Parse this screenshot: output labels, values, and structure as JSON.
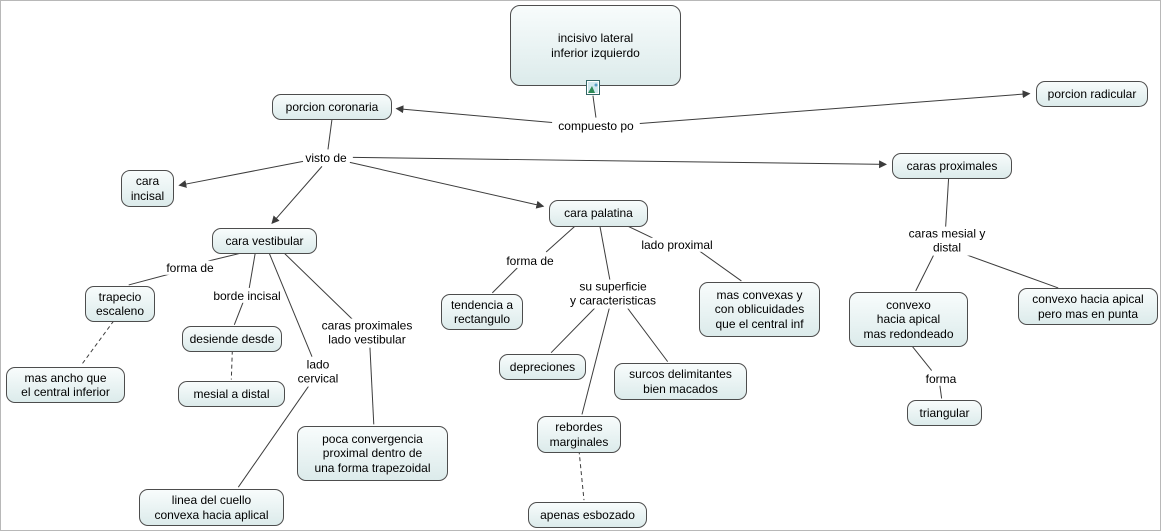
{
  "nodes": {
    "root": "incisivo lateral\ninferior izquierdo",
    "porcion_coronaria": "porcion coronaria",
    "porcion_radicular": "porcion radicular",
    "cara_incisal": "cara\nincisal",
    "cara_vestibular": "cara vestibular",
    "cara_palatina": "cara palatina",
    "caras_proximales": "caras proximales",
    "trapecio_escaleno": "trapecio\nescaleno",
    "mas_ancho": "mas ancho que\nel central inferior",
    "desiende_desde": "desiende desde",
    "mesial_a_distal": "mesial a distal",
    "linea_del_cuello": "linea del cuello\nconvexa hacia aplical",
    "poca_convergencia": "poca convergencia\nproximal dentro de\nuna forma trapezoidal",
    "tendencia_rectangulo": "tendencia a\nrectangulo",
    "depreciones": "depreciones",
    "surcos_delimitantes": "surcos delimitantes\nbien macados",
    "rebordes_marginales": "rebordes\nmarginales",
    "apenas_esbozado": "apenas esbozado",
    "mas_convexas": "mas convexas y\ncon oblicuidades\nque el central inf",
    "convexo_redondeado": "convexo\nhacia apical\nmas redondeado",
    "convexo_punta": "convexo hacia apical\npero mas en punta",
    "triangular": "triangular"
  },
  "links": {
    "compuesto_po": "compuesto po",
    "visto_de": "visto de",
    "forma_de_vestibular": "forma de",
    "borde_incisal": "borde incisal",
    "lado_cervical": "lado\ncervical",
    "caras_proximales_lado_vestibular": "caras proximales\nlado vestibular",
    "forma_de_palatina": "forma de",
    "su_superficie": "su superficie\ny caracteristicas",
    "lado_proximal": "lado proximal",
    "caras_mesial_y_distal": "caras mesial y\ndistal",
    "forma": "forma"
  },
  "colors": {
    "node_background": "#e8f2f2",
    "node_border": "#4d4d4d",
    "edge": "#3c3c3c",
    "canvas": "#ffffff"
  }
}
